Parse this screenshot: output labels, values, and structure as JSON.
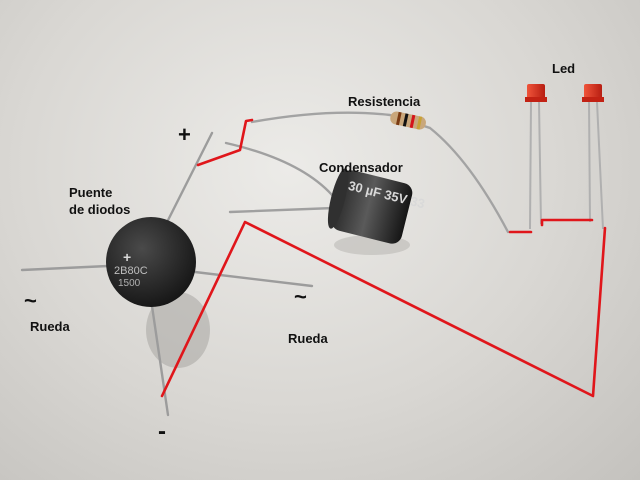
{
  "labels": {
    "led": "Led",
    "resistor": "Resistencia",
    "capacitor": "Condensador",
    "bridge_line1": "Puente",
    "bridge_line2": "de diodos",
    "wheel_left": "Rueda",
    "wheel_right": "Rueda"
  },
  "symbols": {
    "positive": "+",
    "negative": "-",
    "ac_left": "~",
    "ac_right": "~"
  },
  "component_markings": {
    "bridge_plus": "+",
    "bridge_code": "2B80C",
    "bridge_code2": "1500",
    "capacitor_text": "30 µF 35V 33"
  },
  "colors": {
    "background": "#dcdad6",
    "wire_red": "#e0161b",
    "component_black": "#1a1a1a",
    "led_red": "#d42a1c",
    "lead_metal": "#9a9a9a"
  }
}
